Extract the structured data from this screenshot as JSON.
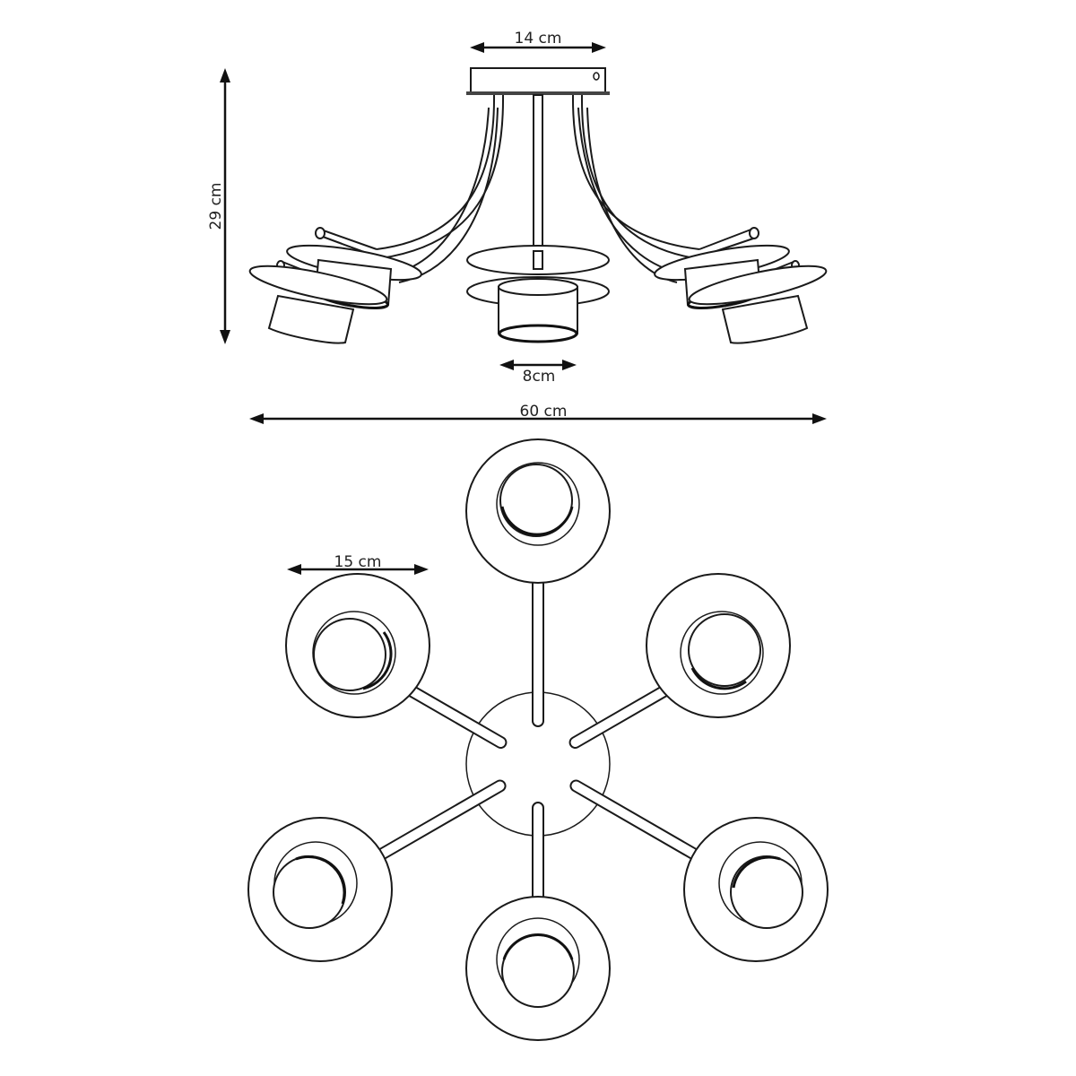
{
  "drawing": {
    "subject": "6-arm ceiling lamp dimension drawing",
    "views": [
      "side-elevation",
      "top-plan"
    ],
    "line_color": "#1a1a1a",
    "background": "#ffffff"
  },
  "dimensions": {
    "canopy_width": "14 cm",
    "total_height": "29 cm",
    "shade_diameter": "8cm",
    "total_width": "60 cm",
    "disc_diameter": "15 cm"
  },
  "top_view": {
    "arm_count": 6,
    "arm_angles_deg": [
      90,
      30,
      -30,
      -90,
      -150,
      150
    ]
  }
}
